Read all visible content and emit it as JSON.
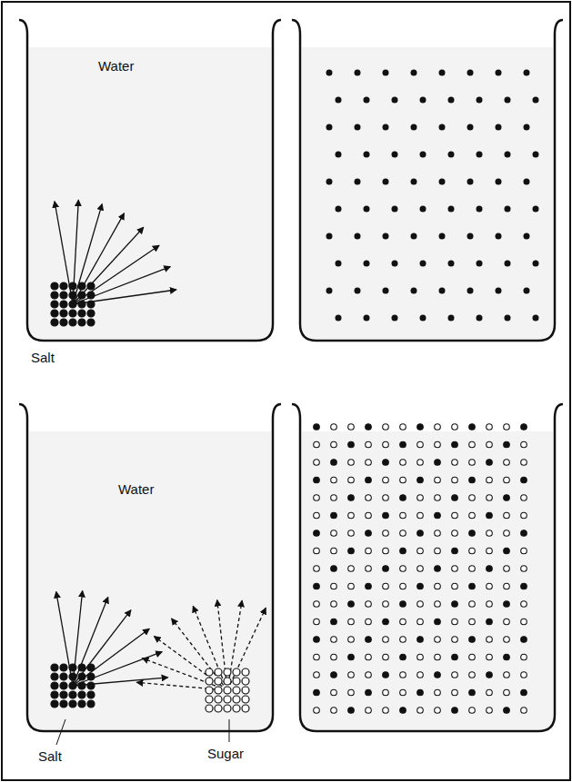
{
  "diagram": {
    "labels": [
      "Water",
      "Salt",
      "Water",
      "Salt",
      "Sugar"
    ]
  }
}
